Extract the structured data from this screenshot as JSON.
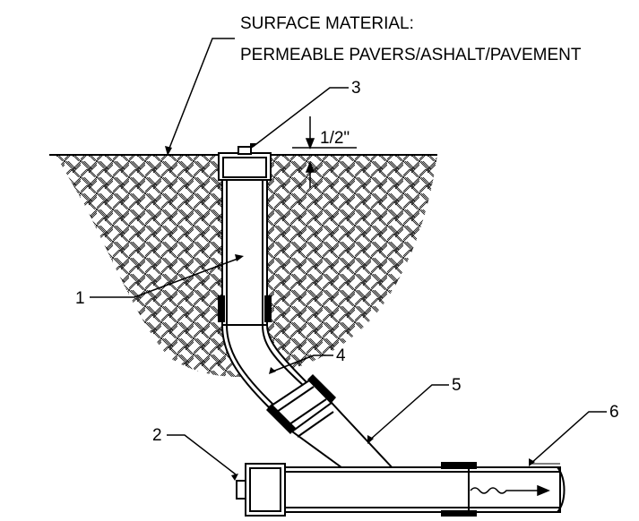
{
  "diagram": {
    "surface_note": {
      "line1": "SURFACE MATERIAL:",
      "line2": "PERMEABLE PAVERS/ASHALT/PAVEMENT"
    },
    "dimension": "1/2\"",
    "callouts": [
      "1",
      "2",
      "3",
      "4",
      "5",
      "6"
    ],
    "line_color": "#000000",
    "soil_pattern": "herringbone-hatch"
  }
}
